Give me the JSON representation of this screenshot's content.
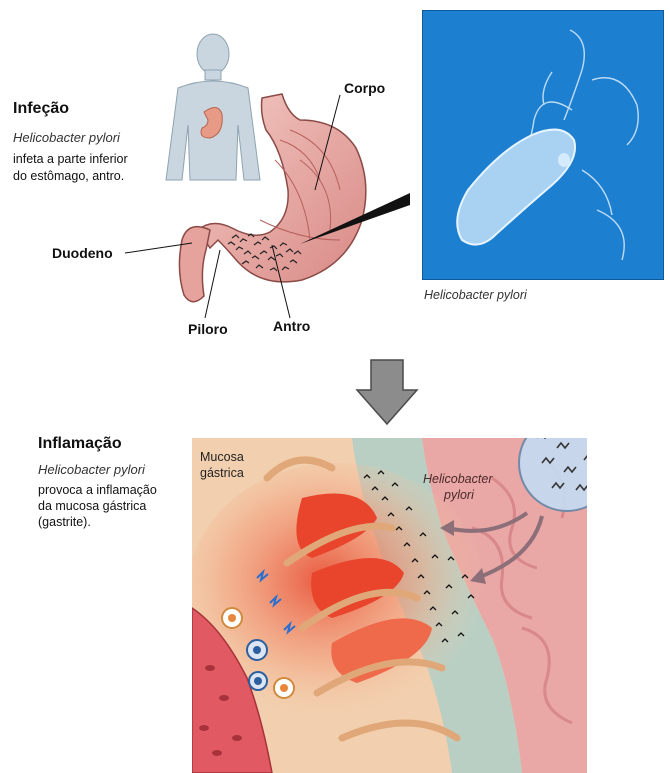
{
  "infection": {
    "title": "Infeção",
    "organism": "Helicobacter pylori",
    "description_line1": "infeta a parte inferior",
    "description_line2": "do estômago, antro."
  },
  "stomach_labels": {
    "corpo": "Corpo",
    "duodeno": "Duodeno",
    "piloro": "Piloro",
    "antro": "Antro"
  },
  "micrograph": {
    "caption": "Helicobacter pylori",
    "background_color": "#1c7fd0"
  },
  "inflammation": {
    "title": "Inflamação",
    "organism": "Helicobacter pylori",
    "description_line1": "provoca a inflamação",
    "description_line2": "da mucosa gástrica",
    "description_line3": "(gastrite)."
  },
  "mucosa_labels": {
    "mucosa_line1": "Mucosa",
    "mucosa_line2": "gástrica",
    "bacteria_line1": "Helicobacter",
    "bacteria_line2": "pylori"
  },
  "colors": {
    "inflammation_red": "#e8452c",
    "stomach_pink": "#e9a7a5",
    "mucus_teal": "#b9cfc4",
    "arrow_gray": "#8c8c8c"
  }
}
